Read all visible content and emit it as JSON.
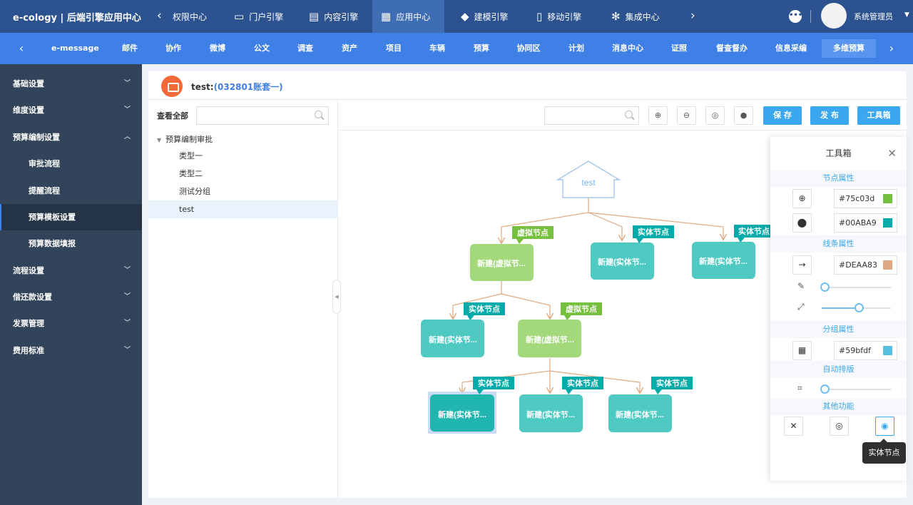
{
  "app": {
    "logo": "e-cology | 后端引擎应用中心"
  },
  "topnav": [
    {
      "label": "权限中心",
      "icon": "lock-icon"
    },
    {
      "label": "门户引擎",
      "icon": "monitor-icon"
    },
    {
      "label": "内容引擎",
      "icon": "document-icon"
    },
    {
      "label": "应用中心",
      "icon": "apps-icon"
    },
    {
      "label": "建模引擎",
      "icon": "cube-icon"
    },
    {
      "label": "移动引擎",
      "icon": "mobile-icon"
    },
    {
      "label": "集成中心",
      "icon": "integration-icon"
    }
  ],
  "user": {
    "name": "系统管理员"
  },
  "subnav": [
    "e-message",
    "邮件",
    "协作",
    "微博",
    "公文",
    "调查",
    "资产",
    "项目",
    "车辆",
    "预算",
    "协同区",
    "计划",
    "消息中心",
    "证照",
    "督查督办",
    "信息采编",
    "多维预算"
  ],
  "sidebar": {
    "items": [
      "基础设置",
      "维度设置",
      "预算编制设置",
      "流程设置",
      "借还款设置",
      "发票管理",
      "费用标准"
    ],
    "subitems": [
      "审批流程",
      "提醒流程",
      "预算模板设置",
      "预算数据填报"
    ]
  },
  "page": {
    "title": "test:",
    "code": "(032801账套一)"
  },
  "tree": {
    "view_all": "查看全部",
    "root": "预算编制审批",
    "nodes": [
      "类型一",
      "类型二",
      "测试分组",
      "test"
    ]
  },
  "toolbar": {
    "save": "保 存",
    "publish": "发 布",
    "toolbox": "工具箱"
  },
  "diagram": {
    "root_label": "test",
    "virtual_tag": "虚拟节点",
    "entity_tag": "实体节点",
    "virtual_node": "新建(虚拟节...",
    "entity_node": "新建(实体节..."
  },
  "toolbox": {
    "title": "工具箱",
    "sections": [
      "节点属性",
      "线条属性",
      "分组属性",
      "自动排版",
      "其他功能"
    ],
    "colors": {
      "node_add": "#75c03d",
      "node_fill": "#00ABA9",
      "line": "#DEAA83",
      "group": "#59bfdf"
    },
    "tooltip": "实体节点"
  }
}
